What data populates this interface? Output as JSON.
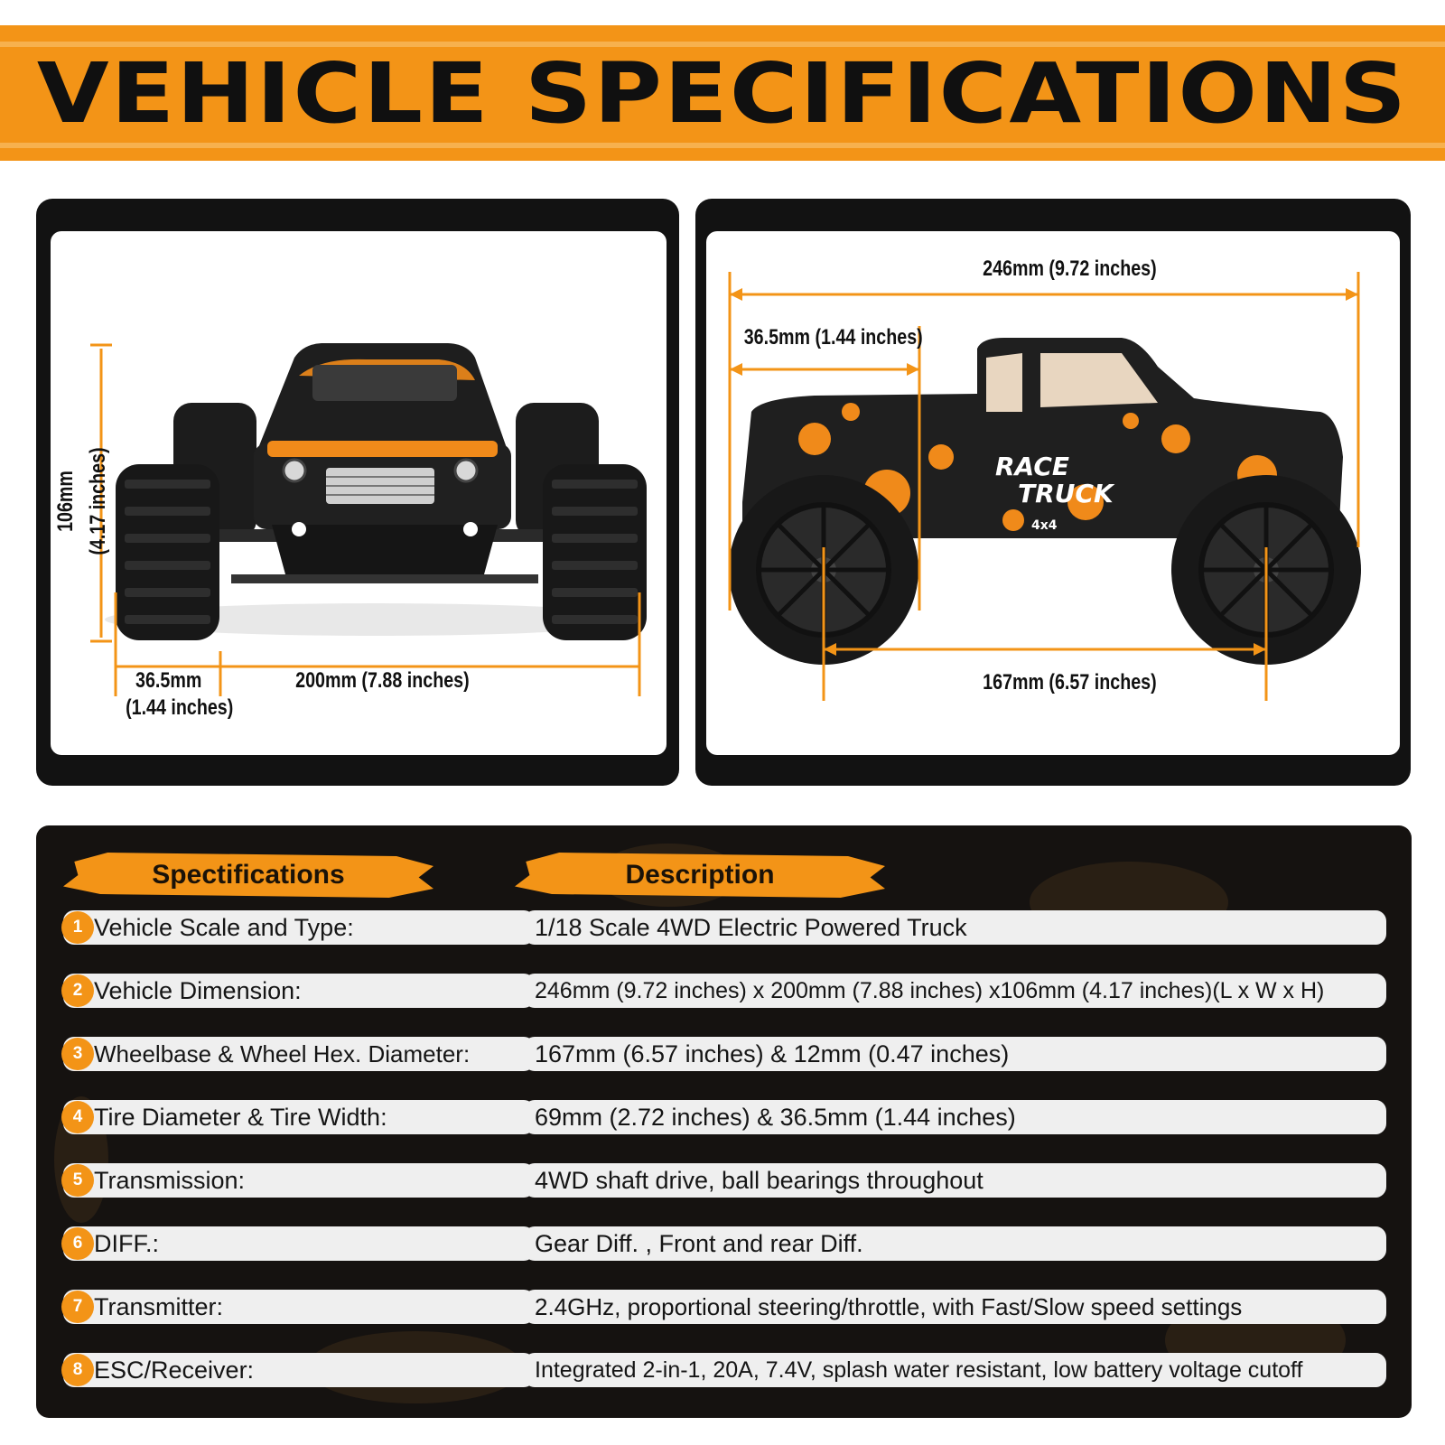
{
  "header": {
    "title": "VEHICLE SPECIFICATIONS"
  },
  "front_view": {
    "height_mm": "106mm",
    "height_in": "(4.17 inches)",
    "tire_width_mm": "36.5mm",
    "tire_width_in": "(1.44 inches)",
    "width": "200mm (7.88 inches)"
  },
  "side_view": {
    "length": "246mm (9.72 inches)",
    "tire_width": "36.5mm (1.44 inches)",
    "wheelbase": "167mm (6.57 inches)",
    "decal_line1": "RACE",
    "decal_line2": "TRUCK",
    "decal_4x4": "4x4"
  },
  "spec_table": {
    "col_spec": "Spectifications",
    "col_desc": "Description",
    "rows": [
      {
        "num": "1",
        "label": "Vehicle Scale and Type:",
        "value": "1/18 Scale 4WD Electric Powered Truck"
      },
      {
        "num": "2",
        "label": "Vehicle Dimension:",
        "value": "246mm (9.72 inches) x 200mm (7.88 inches) x106mm (4.17 inches)(L x W x H)"
      },
      {
        "num": "3",
        "label": "Wheelbase & Wheel Hex. Diameter:",
        "value": "167mm (6.57 inches) & 12mm (0.47 inches)"
      },
      {
        "num": "4",
        "label": "Tire Diameter & Tire Width:",
        "value": "69mm (2.72 inches) & 36.5mm (1.44 inches)"
      },
      {
        "num": "5",
        "label": "Transmission:",
        "value": "4WD shaft drive, ball bearings throughout"
      },
      {
        "num": "6",
        "label": "DIFF.:",
        "value": "Gear Diff. , Front and rear Diff."
      },
      {
        "num": "7",
        "label": "Transmitter:",
        "value": "2.4GHz, proportional steering/throttle, with Fast/Slow speed settings"
      },
      {
        "num": "8",
        "label": "ESC/Receiver:",
        "value": "Integrated 2-in-1, 20A, 7.4V, splash water resistant, low battery voltage cutoff"
      }
    ]
  },
  "colors": {
    "accent": "#f39417",
    "dark": "#121212",
    "row_bg": "#efefef"
  }
}
